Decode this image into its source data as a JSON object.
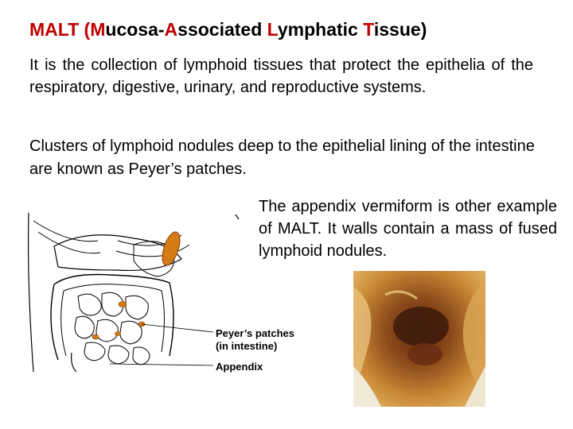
{
  "title": {
    "prefix": "MALT (",
    "m": "M",
    "ucosa": "ucosa-",
    "a": "A",
    "ssociated": "ssociated ",
    "l": "L",
    "ymphatic": "ymphatic ",
    "t": "T",
    "issue": "issue)"
  },
  "paragraph_1": "It is the collection of lymphoid tissues that protect the epithelia of the respiratory, digestive, urinary, and reproductive systems.",
  "paragraph_2": "Clusters of lymphoid nodules deep to the epithelial lining of the intestine are known as Peyer’s patches.",
  "paragraph_3": "The appendix vermiform is other example of MALT. It walls contain a mass of fused lymphoid nodules.",
  "illustration": {
    "label_peyers_1": "Peyer’s patches",
    "label_peyers_2": "(in intestine)",
    "label_appendix": "Appendix"
  },
  "colors": {
    "title_highlight": "#c00000",
    "organ_orange": "#d67a16"
  }
}
